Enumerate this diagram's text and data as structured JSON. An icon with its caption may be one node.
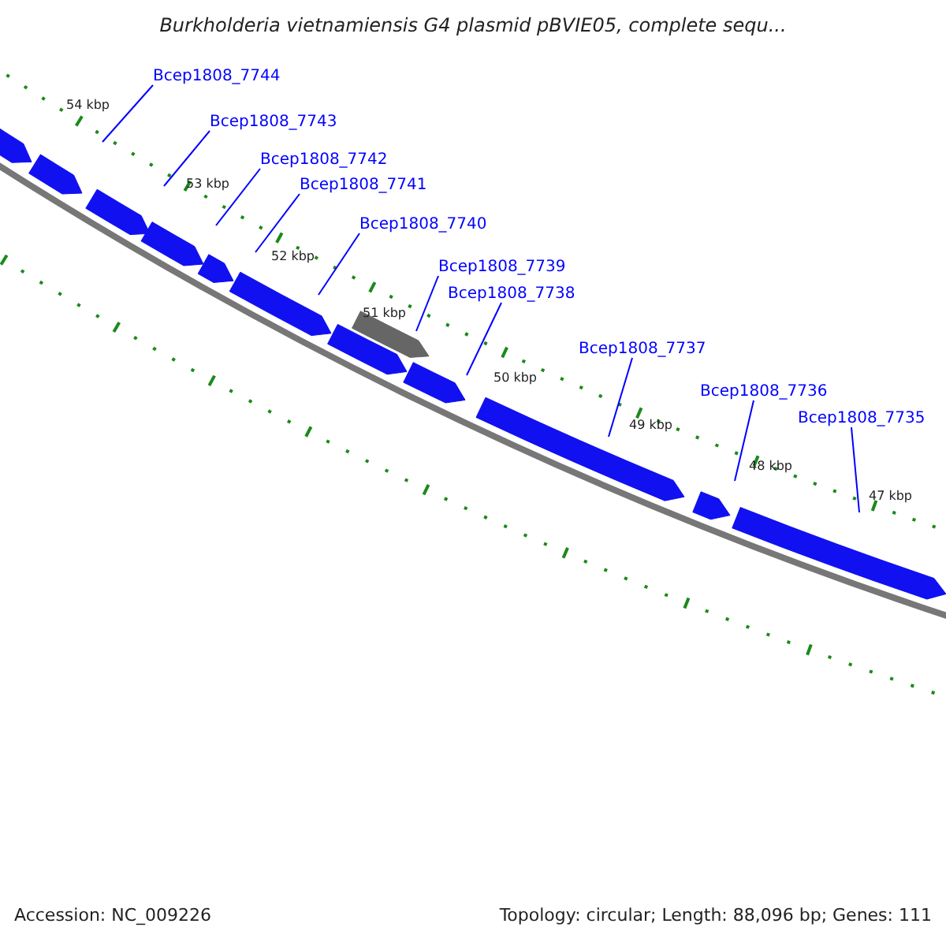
{
  "diagram": {
    "title": "Burkholderia vietnamiensis G4 plasmid pBVIE05, complete sequ...",
    "nodes": [
      {
        "text": [
          "Bcep1808_7744"
        ]
      },
      {
        "text": [
          "Bcep1808_7743"
        ]
      },
      {
        "text": [
          "Bcep1808_7742"
        ]
      },
      {
        "text": [
          "Bcep1808_7741"
        ]
      },
      {
        "text": [
          "Bcep1808_7740"
        ]
      },
      {
        "text": [
          "Bcep1808_7739"
        ]
      },
      {
        "text": [
          "Bcep1808_7738"
        ]
      },
      {
        "text": [
          "Bcep1808_7737"
        ]
      },
      {
        "text": [
          "Bcep1808_7736"
        ]
      },
      {
        "text": [
          "Bcep1808_7735"
        ]
      }
    ],
    "edges": [
      {
        "from": 0,
        "to": null,
        "arrow": "none"
      },
      {
        "from": 1,
        "to": null,
        "arrow": "none"
      },
      {
        "from": 2,
        "to": null,
        "arrow": "none"
      },
      {
        "from": 3,
        "to": null,
        "arrow": "none"
      },
      {
        "from": 4,
        "to": null,
        "arrow": "none"
      },
      {
        "from": 5,
        "to": null,
        "arrow": "none"
      },
      {
        "from": 6,
        "to": null,
        "arrow": "none"
      },
      {
        "from": 7,
        "to": null,
        "arrow": "none"
      },
      {
        "from": 8,
        "to": null,
        "arrow": "none"
      },
      {
        "from": 9,
        "to": null,
        "arrow": "none"
      }
    ],
    "labels": [
      "54 kbp",
      "53 kbp",
      "52 kbp",
      "51 kbp",
      "50 kbp",
      "49 kbp",
      "48 kbp",
      "47 kbp",
      "Accession: NC_009226",
      "Topology: circular; Length: 88,096 bp; Genes: 111"
    ]
  }
}
